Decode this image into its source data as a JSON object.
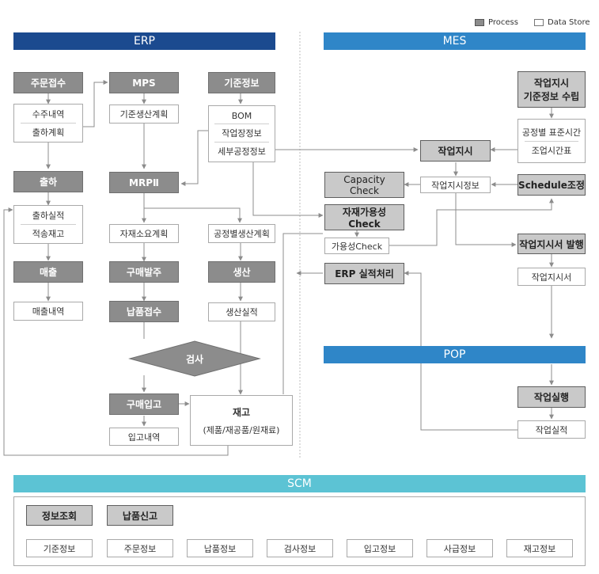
{
  "legend": {
    "process": "Process",
    "data_store": "Data Store"
  },
  "sections": {
    "erp": "ERP",
    "mes": "MES",
    "pop": "POP",
    "scm": "SCM"
  },
  "erp": {
    "order_receipt": "주문접수",
    "order_details": "수주내역",
    "shipping_plan": "출하계획",
    "shipment": "출하",
    "shipment_actual": "출하실적",
    "loaded_stock": "적송재고",
    "sales": "매출",
    "sales_details": "매출내역",
    "mps": "MPS",
    "base_production_plan": "기준생산계획",
    "mrp2": "MRPⅡ",
    "material_req_plan": "자재소요계획",
    "purchase_order": "구매발주",
    "delivery_receipt": "납품접수",
    "inspection": "검사",
    "purchase_receiving": "구매입고",
    "receiving_details": "입고내역",
    "master_info": "기준정보",
    "bom": "BOM",
    "workplace_info": "작업장정보",
    "detail_process_info": "세부공정정보",
    "process_production_plan": "공정별생산계획",
    "production": "생산",
    "production_actual": "생산실적",
    "inventory_title": "재고",
    "inventory_sub": "(제품/재공품/원재료)"
  },
  "mes": {
    "work_order_master": "작업지시\n기준정보 수립",
    "process_std_time": "공정별 표준시간",
    "work_time_table": "조업시간표",
    "work_order": "작업지시",
    "work_order_info": "작업지시정보",
    "capacity_check": "Capacity\nCheck",
    "material_avail_check": "자재가용성\nCheck",
    "availability_check": "가용성Check",
    "schedule_adjust": "Schedule조정",
    "work_order_issue": "작업지시서 발행",
    "work_order_doc": "작업지시서",
    "erp_actual_processing": "ERP 실적처리"
  },
  "pop": {
    "work_execution": "작업실행",
    "work_actual": "작업실적"
  },
  "scm": {
    "info_inquiry": "정보조회",
    "delivery_report": "납품신고",
    "items": [
      "기준정보",
      "주문정보",
      "납품정보",
      "검사정보",
      "입고정보",
      "사급정보",
      "재고정보"
    ]
  },
  "colors": {
    "erp_band": "#1b4a8f",
    "mes_band": "#2f86c8",
    "scm_band": "#5cc3d4",
    "process_dark": "#8c8c8c",
    "process_light": "#c9c9c9",
    "connector": "#8c8c8c"
  }
}
